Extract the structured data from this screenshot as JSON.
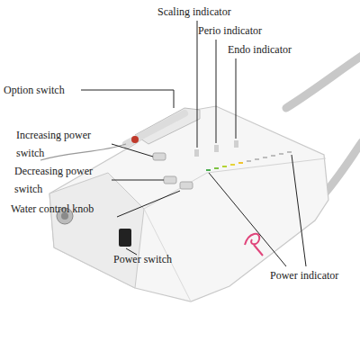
{
  "diagram": {
    "labels": [
      "Scaling indicator",
      "Perio indicator",
      "Endo indicator",
      "Option switch",
      "Increasing power switch",
      "Decreasing power switch",
      "Water control knob",
      "Power switch",
      "Power indicator"
    ]
  }
}
